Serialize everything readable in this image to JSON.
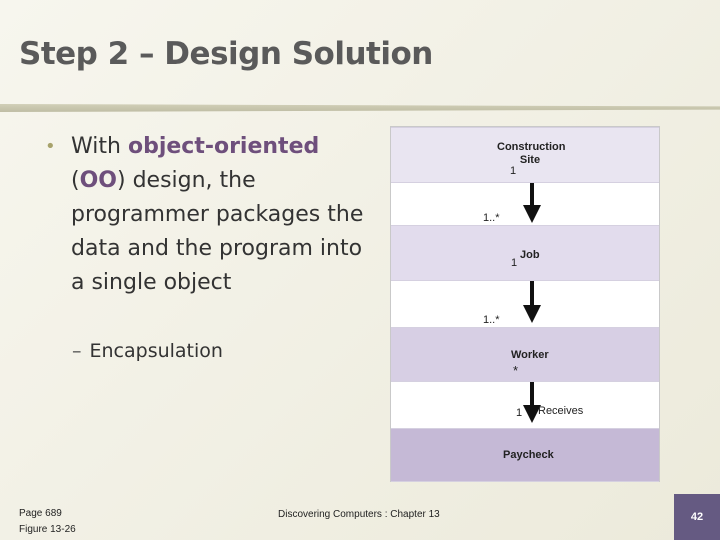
{
  "slide": {
    "title": "Step 2 – Design Solution",
    "bullet": {
      "prefix": "With ",
      "highlight": "object-oriented",
      "open_paren": "(",
      "abbrev": "OO",
      "rest": ") design, the programmer packages the data and the program into a single object"
    },
    "sub_bullet": "Encapsulation"
  },
  "diagram": {
    "boxes": {
      "construction_site": "Construction Site",
      "job": "Job",
      "worker": "Worker",
      "paycheck": "Paycheck"
    },
    "multiplicities": {
      "site_one": "1",
      "site_to_job_many": "1..*",
      "job_one": "1",
      "job_to_worker_many": "1..*",
      "worker_many": "*",
      "paycheck_one": "1",
      "receives_label": "Receives"
    },
    "colors": {
      "band_light": "#e9e5f1",
      "band_mid": "#e2dced",
      "band_deep": "#d7cfe4",
      "band_dark": "#c5b9d6"
    }
  },
  "footer": {
    "page_ref": "Page 689",
    "figure_ref": "Figure 13-26",
    "book": "Discovering Computers : Chapter 13",
    "page_number": "42"
  },
  "theme": {
    "title_color": "#5a5a5a",
    "highlight_color": "#6e4f7c",
    "bullet_color": "#a7a26b",
    "badge_color": "#655a82"
  }
}
